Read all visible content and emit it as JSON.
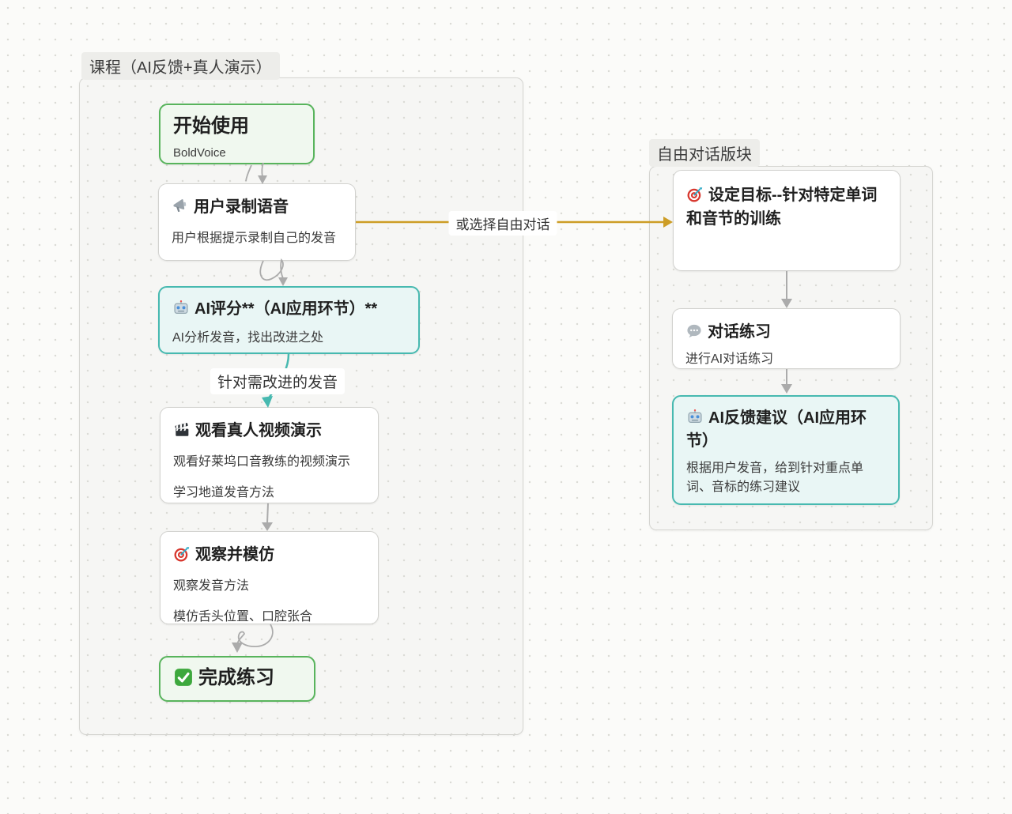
{
  "colors": {
    "canvas_bg": "#FBFBF9",
    "group_bg": "#F6F6F4",
    "green_border": "#58B45C",
    "green_bg": "#F0F8EF",
    "teal_border": "#47B9B0",
    "teal_bg": "#E9F6F5",
    "orange_edge": "#CD9D26",
    "gray_edge": "#A9A9A9"
  },
  "groups": [
    {
      "title": "课程（AI反馈+真人演示）",
      "nodes": [
        {
          "icon": "none",
          "title": "开始使用",
          "body": [
            "BoldVoice"
          ],
          "variant": "green"
        },
        {
          "icon": "megaphone-icon",
          "title": "用户录制语音",
          "body": [
            "用户根据提示录制自己的发音"
          ],
          "variant": "plain"
        },
        {
          "icon": "robot-icon",
          "title": "AI评分**（AI应用环节）**",
          "body": [
            "AI分析发音，找出改进之处"
          ],
          "variant": "teal"
        },
        {
          "icon": "clapper-icon",
          "title": "观看真人视频演示",
          "body": [
            "观看好莱坞口音教练的视频演示",
            "学习地道发音方法"
          ],
          "variant": "plain"
        },
        {
          "icon": "target-icon",
          "title": "观察并模仿",
          "body": [
            "观察发音方法",
            "模仿舌头位置、口腔张合"
          ],
          "variant": "plain"
        },
        {
          "icon": "check-icon",
          "title": "完成练习",
          "body": [],
          "variant": "green"
        }
      ]
    },
    {
      "title": "自由对话版块",
      "nodes": [
        {
          "icon": "target-icon",
          "title": "设定目标--针对特定单词和音节的训练",
          "body": [],
          "variant": "plain"
        },
        {
          "icon": "speech-icon",
          "title": "对话练习",
          "body": [
            "进行AI对话练习"
          ],
          "variant": "plain"
        },
        {
          "icon": "robot-icon",
          "title": "AI反馈建议（AI应用环节）",
          "body": [
            "根据用户发音，给到针对重点单词、音标的练习建议"
          ],
          "variant": "teal"
        }
      ]
    }
  ],
  "edge_labels": {
    "improve": "针对需改进的发音",
    "free_talk": "或选择自由对话"
  }
}
